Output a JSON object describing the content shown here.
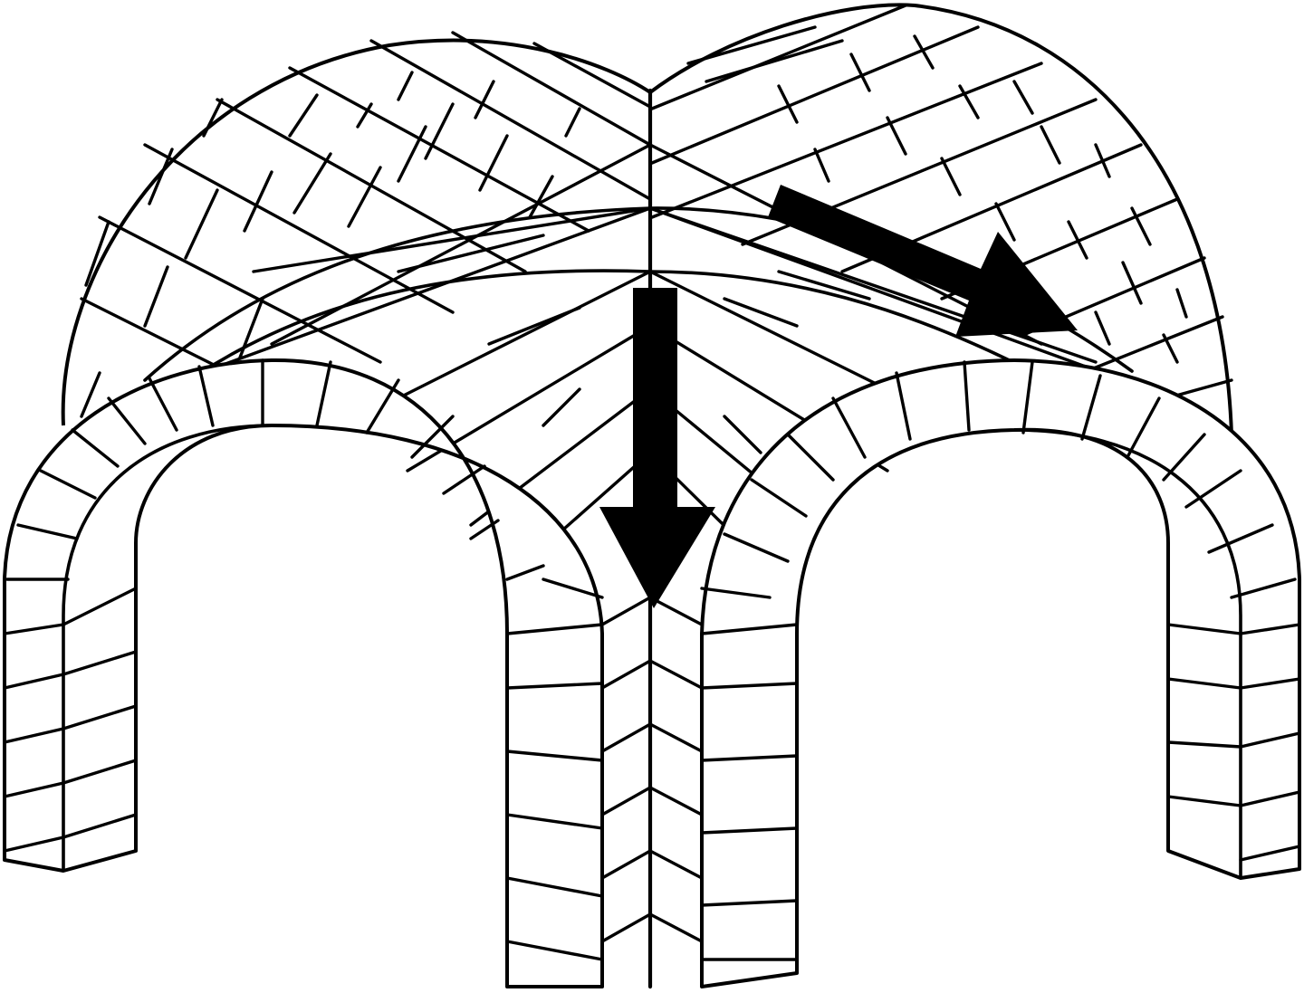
{
  "figure": {
    "subject": "groin-vault",
    "has_text": false,
    "colors": {
      "background": "#ffffff",
      "line": "#000000",
      "arrow": "#000000"
    },
    "arrows": [
      {
        "name": "vertical-thrust-arrow",
        "direction": "down"
      },
      {
        "name": "lateral-thrust-arrow",
        "direction": "down-right"
      }
    ],
    "arch_count": 2,
    "pier_count": 3
  }
}
